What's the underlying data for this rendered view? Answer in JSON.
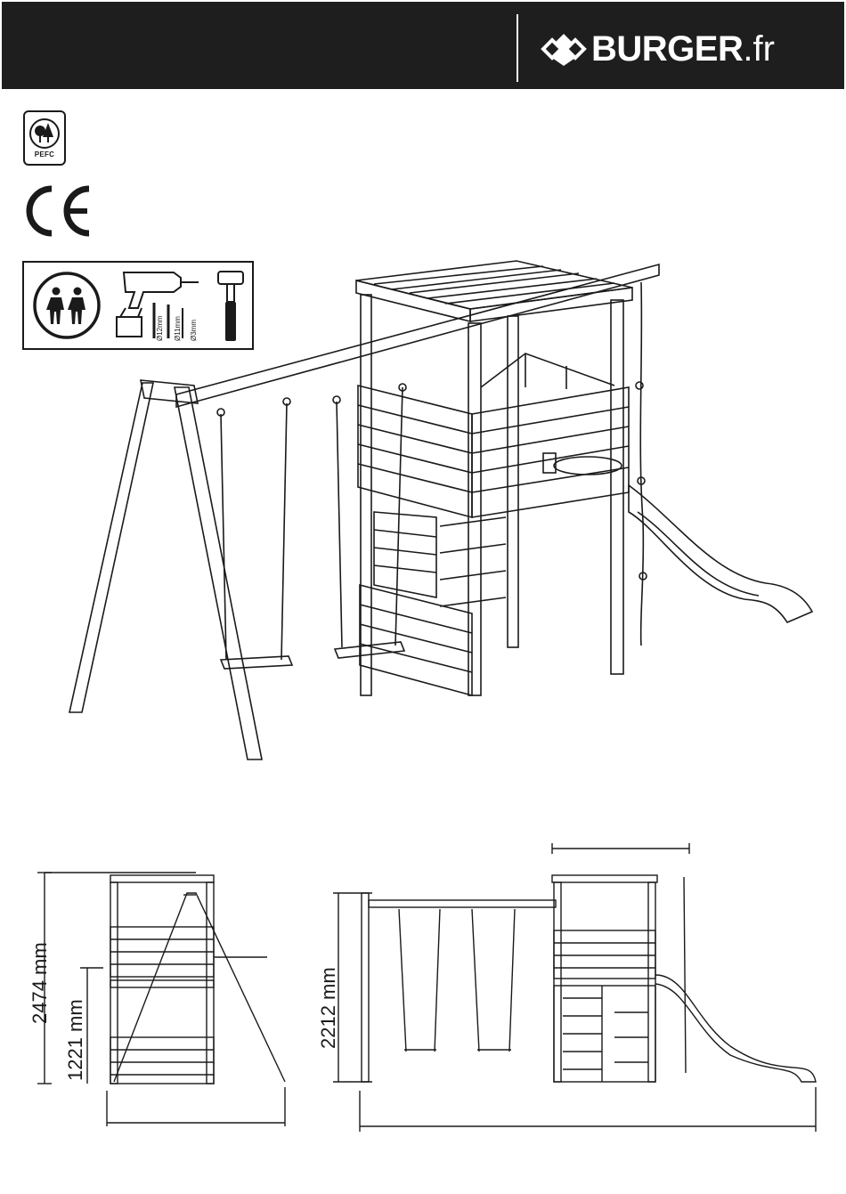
{
  "header": {
    "brand_name": "BURGER",
    "brand_tld": ".fr",
    "logo_icon": "burger-diamond-logo-icon",
    "background_color": "#1e1e1e"
  },
  "certifications": {
    "pefc_label": "PEFC",
    "ce_mark": "CE"
  },
  "tools": {
    "people_icon": "two-persons-icon",
    "drill_icon": "power-drill-icon",
    "mallet_icon": "mallet-icon",
    "drill_bits": [
      "Ø12mm",
      "Ø11mm",
      "Ø3mm"
    ]
  },
  "dimensions": {
    "side_view": {
      "total_height": "2474 mm",
      "platform_height": "1221 mm"
    },
    "front_view": {
      "swing_height": "2212 mm"
    }
  }
}
